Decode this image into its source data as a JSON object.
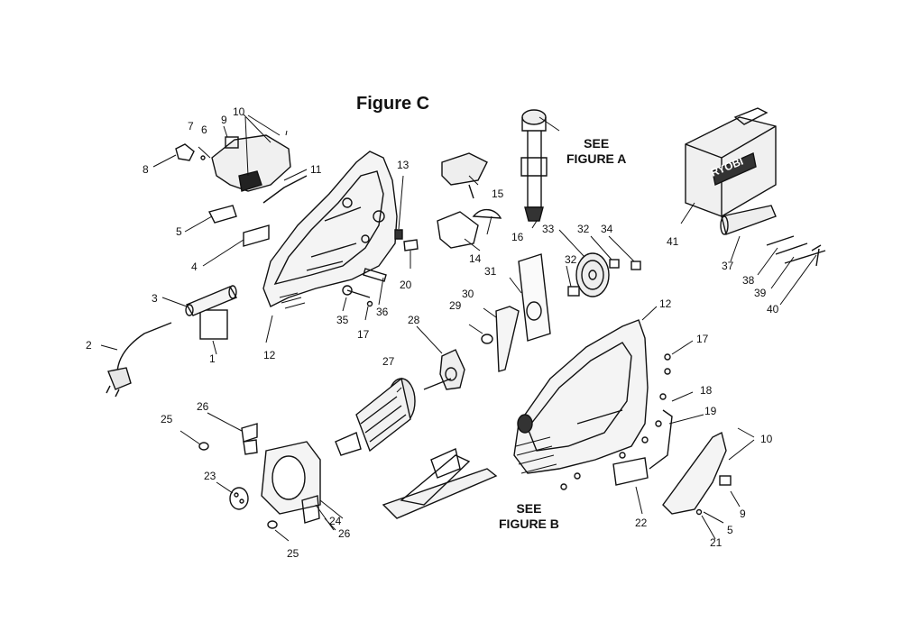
{
  "title": "Figure   C",
  "refs": {
    "see_a_line1": "SEE",
    "see_a_line2": "FIGURE A",
    "see_b_line1": "SEE",
    "see_b_line2": "FIGURE B"
  },
  "brand_logo": "RYOBI",
  "callouts": [
    "1",
    "2",
    "3",
    "4",
    "5",
    "6",
    "7",
    "8",
    "9",
    "10",
    "11",
    "12",
    "13",
    "14",
    "15",
    "16",
    "17",
    "18",
    "19",
    "20",
    "21",
    "22",
    "23",
    "24",
    "25",
    "26",
    "27",
    "28",
    "29",
    "30",
    "31",
    "32",
    "33",
    "34",
    "35",
    "36",
    "37",
    "38",
    "39",
    "40",
    "41",
    "12",
    "17",
    "10",
    "9",
    "5",
    "25",
    "26",
    "32"
  ]
}
